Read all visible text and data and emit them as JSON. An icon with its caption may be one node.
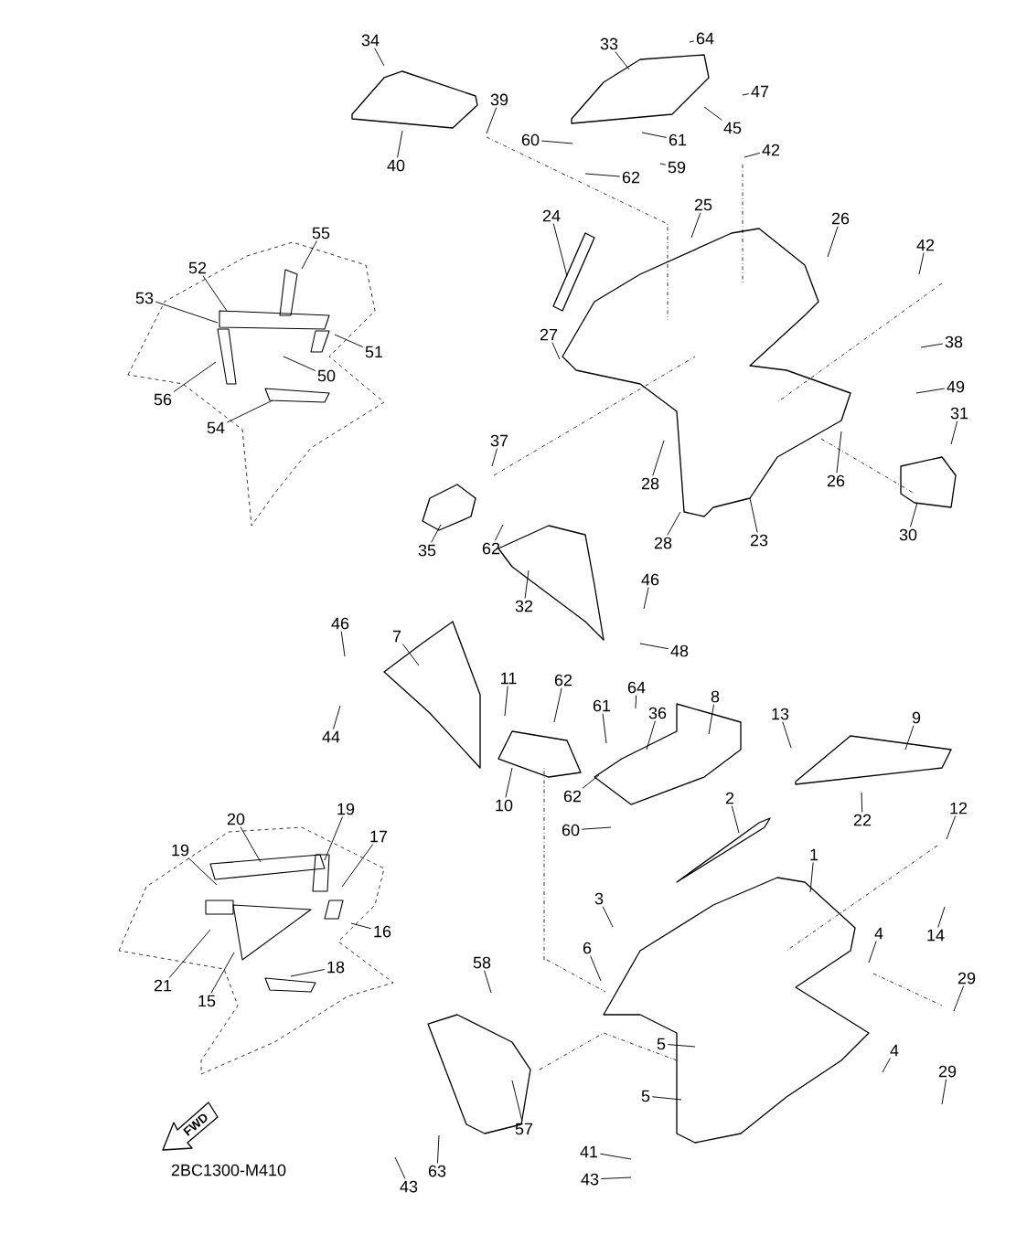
{
  "diagram": {
    "nodes": [
      {
        "text": [
          "34"
        ]
      },
      {
        "text": [
          "39"
        ]
      },
      {
        "text": [
          "40"
        ]
      },
      {
        "text": [
          "33"
        ]
      },
      {
        "text": [
          "64"
        ]
      },
      {
        "text": [
          "47"
        ]
      },
      {
        "text": [
          "45"
        ]
      },
      {
        "text": [
          "60"
        ]
      },
      {
        "text": [
          "61"
        ]
      },
      {
        "text": [
          "59"
        ]
      },
      {
        "text": [
          "62"
        ]
      },
      {
        "text": [
          "42"
        ]
      },
      {
        "text": [
          "25"
        ]
      },
      {
        "text": [
          "26"
        ]
      },
      {
        "text": [
          "24"
        ]
      },
      {
        "text": [
          "42"
        ]
      },
      {
        "text": [
          "55"
        ]
      },
      {
        "text": [
          "52"
        ]
      },
      {
        "text": [
          "53"
        ]
      },
      {
        "text": [
          "51"
        ]
      },
      {
        "text": [
          "50"
        ]
      },
      {
        "text": [
          "56"
        ]
      },
      {
        "text": [
          "54"
        ]
      },
      {
        "text": [
          "27"
        ]
      },
      {
        "text": [
          "38"
        ]
      },
      {
        "text": [
          "49"
        ]
      },
      {
        "text": [
          "31"
        ]
      },
      {
        "text": [
          "37"
        ]
      },
      {
        "text": [
          "28"
        ]
      },
      {
        "text": [
          "26"
        ]
      },
      {
        "text": [
          "28"
        ]
      },
      {
        "text": [
          "23"
        ]
      },
      {
        "text": [
          "30"
        ]
      },
      {
        "text": [
          "35"
        ]
      },
      {
        "text": [
          "62"
        ]
      },
      {
        "text": [
          "32"
        ]
      },
      {
        "text": [
          "46"
        ]
      },
      {
        "text": [
          "48"
        ]
      },
      {
        "text": [
          "46"
        ]
      },
      {
        "text": [
          "7"
        ]
      },
      {
        "text": [
          "44"
        ]
      },
      {
        "text": [
          "11"
        ]
      },
      {
        "text": [
          "62"
        ]
      },
      {
        "text": [
          "64"
        ]
      },
      {
        "text": [
          "61"
        ]
      },
      {
        "text": [
          "36"
        ]
      },
      {
        "text": [
          "8"
        ]
      },
      {
        "text": [
          "13"
        ]
      },
      {
        "text": [
          "9"
        ]
      },
      {
        "text": [
          "10"
        ]
      },
      {
        "text": [
          "62"
        ]
      },
      {
        "text": [
          "22"
        ]
      },
      {
        "text": [
          "60"
        ]
      },
      {
        "text": [
          "2"
        ]
      },
      {
        "text": [
          "12"
        ]
      },
      {
        "text": [
          "19"
        ]
      },
      {
        "text": [
          "20"
        ]
      },
      {
        "text": [
          "19"
        ]
      },
      {
        "text": [
          "17"
        ]
      },
      {
        "text": [
          "16"
        ]
      },
      {
        "text": [
          "1"
        ]
      },
      {
        "text": [
          "3"
        ]
      },
      {
        "text": [
          "14"
        ]
      },
      {
        "text": [
          "21"
        ]
      },
      {
        "text": [
          "15"
        ]
      },
      {
        "text": [
          "18"
        ]
      },
      {
        "text": [
          "6"
        ]
      },
      {
        "text": [
          "4"
        ]
      },
      {
        "text": [
          "58"
        ]
      },
      {
        "text": [
          "29"
        ]
      },
      {
        "text": [
          "5"
        ]
      },
      {
        "text": [
          "4"
        ]
      },
      {
        "text": [
          "29"
        ]
      },
      {
        "text": [
          "5"
        ]
      },
      {
        "text": [
          "57"
        ]
      },
      {
        "text": [
          "41"
        ]
      },
      {
        "text": [
          "43"
        ]
      },
      {
        "text": [
          "43"
        ]
      },
      {
        "text": [
          "63"
        ]
      }
    ],
    "edges": [
      {
        "from": 0,
        "to": null,
        "arrow": "none"
      },
      {
        "from": 1,
        "to": null,
        "arrow": "none"
      },
      {
        "from": 2,
        "to": null,
        "arrow": "none"
      },
      {
        "from": 3,
        "to": null,
        "arrow": "none"
      },
      {
        "from": 4,
        "to": null,
        "arrow": "none"
      },
      {
        "from": 5,
        "to": null,
        "arrow": "none"
      },
      {
        "from": 6,
        "to": null,
        "arrow": "none"
      },
      {
        "from": 7,
        "to": null,
        "arrow": "none"
      },
      {
        "from": 8,
        "to": null,
        "arrow": "none"
      },
      {
        "from": 9,
        "to": null,
        "arrow": "none"
      },
      {
        "from": 10,
        "to": null,
        "arrow": "none"
      },
      {
        "from": 11,
        "to": null,
        "arrow": "none"
      },
      {
        "from": 12,
        "to": null,
        "arrow": "none"
      },
      {
        "from": 13,
        "to": null,
        "arrow": "none"
      },
      {
        "from": 14,
        "to": null,
        "arrow": "none"
      },
      {
        "from": 15,
        "to": null,
        "arrow": "none"
      },
      {
        "from": 16,
        "to": null,
        "arrow": "none"
      },
      {
        "from": 17,
        "to": null,
        "arrow": "none"
      },
      {
        "from": 18,
        "to": null,
        "arrow": "none"
      },
      {
        "from": 19,
        "to": null,
        "arrow": "none"
      },
      {
        "from": 20,
        "to": null,
        "arrow": "none"
      },
      {
        "from": 21,
        "to": null,
        "arrow": "none"
      },
      {
        "from": 22,
        "to": null,
        "arrow": "none"
      },
      {
        "from": 23,
        "to": null,
        "arrow": "none"
      },
      {
        "from": 24,
        "to": null,
        "arrow": "none"
      },
      {
        "from": 25,
        "to": null,
        "arrow": "none"
      },
      {
        "from": 26,
        "to": null,
        "arrow": "none"
      },
      {
        "from": 27,
        "to": null,
        "arrow": "none"
      },
      {
        "from": 28,
        "to": null,
        "arrow": "none"
      },
      {
        "from": 29,
        "to": null,
        "arrow": "none"
      },
      {
        "from": 30,
        "to": null,
        "arrow": "none"
      },
      {
        "from": 31,
        "to": null,
        "arrow": "none"
      },
      {
        "from": 32,
        "to": null,
        "arrow": "none"
      },
      {
        "from": 33,
        "to": null,
        "arrow": "none"
      },
      {
        "from": 34,
        "to": null,
        "arrow": "none"
      },
      {
        "from": 35,
        "to": null,
        "arrow": "none"
      },
      {
        "from": 36,
        "to": null,
        "arrow": "none"
      },
      {
        "from": 37,
        "to": null,
        "arrow": "none"
      },
      {
        "from": 38,
        "to": null,
        "arrow": "none"
      },
      {
        "from": 39,
        "to": null,
        "arrow": "none"
      },
      {
        "from": 40,
        "to": null,
        "arrow": "none"
      },
      {
        "from": 41,
        "to": null,
        "arrow": "none"
      },
      {
        "from": 42,
        "to": null,
        "arrow": "none"
      },
      {
        "from": 43,
        "to": null,
        "arrow": "none"
      },
      {
        "from": 44,
        "to": null,
        "arrow": "none"
      },
      {
        "from": 45,
        "to": null,
        "arrow": "none"
      },
      {
        "from": 46,
        "to": null,
        "arrow": "none"
      },
      {
        "from": 47,
        "to": null,
        "arrow": "none"
      },
      {
        "from": 48,
        "to": null,
        "arrow": "none"
      },
      {
        "from": 49,
        "to": null,
        "arrow": "none"
      },
      {
        "from": 50,
        "to": null,
        "arrow": "none"
      },
      {
        "from": 51,
        "to": null,
        "arrow": "none"
      },
      {
        "from": 52,
        "to": null,
        "arrow": "none"
      },
      {
        "from": 53,
        "to": null,
        "arrow": "none"
      },
      {
        "from": 54,
        "to": null,
        "arrow": "none"
      },
      {
        "from": 55,
        "to": null,
        "arrow": "none"
      },
      {
        "from": 56,
        "to": null,
        "arrow": "none"
      },
      {
        "from": 57,
        "to": null,
        "arrow": "none"
      },
      {
        "from": 58,
        "to": null,
        "arrow": "none"
      },
      {
        "from": 59,
        "to": null,
        "arrow": "none"
      },
      {
        "from": 60,
        "to": null,
        "arrow": "none"
      },
      {
        "from": 61,
        "to": null,
        "arrow": "none"
      },
      {
        "from": 62,
        "to": null,
        "arrow": "none"
      },
      {
        "from": 63,
        "to": null,
        "arrow": "none"
      },
      {
        "from": 64,
        "to": null,
        "arrow": "none"
      },
      {
        "from": 65,
        "to": null,
        "arrow": "none"
      },
      {
        "from": 66,
        "to": null,
        "arrow": "none"
      },
      {
        "from": 67,
        "to": null,
        "arrow": "none"
      },
      {
        "from": 68,
        "to": null,
        "arrow": "none"
      },
      {
        "from": 69,
        "to": null,
        "arrow": "none"
      },
      {
        "from": 70,
        "to": null,
        "arrow": "none"
      },
      {
        "from": 71,
        "to": null,
        "arrow": "none"
      },
      {
        "from": 72,
        "to": null,
        "arrow": "none"
      },
      {
        "from": 73,
        "to": null,
        "arrow": "none"
      },
      {
        "from": 74,
        "to": null,
        "arrow": "none"
      },
      {
        "from": 75,
        "to": null,
        "arrow": "none"
      },
      {
        "from": 76,
        "to": null,
        "arrow": "none"
      },
      {
        "from": 77,
        "to": null,
        "arrow": "none"
      },
      {
        "from": 78,
        "to": null,
        "arrow": "none"
      }
    ],
    "labels": [
      "FWD",
      "2BC1300-M410"
    ]
  }
}
